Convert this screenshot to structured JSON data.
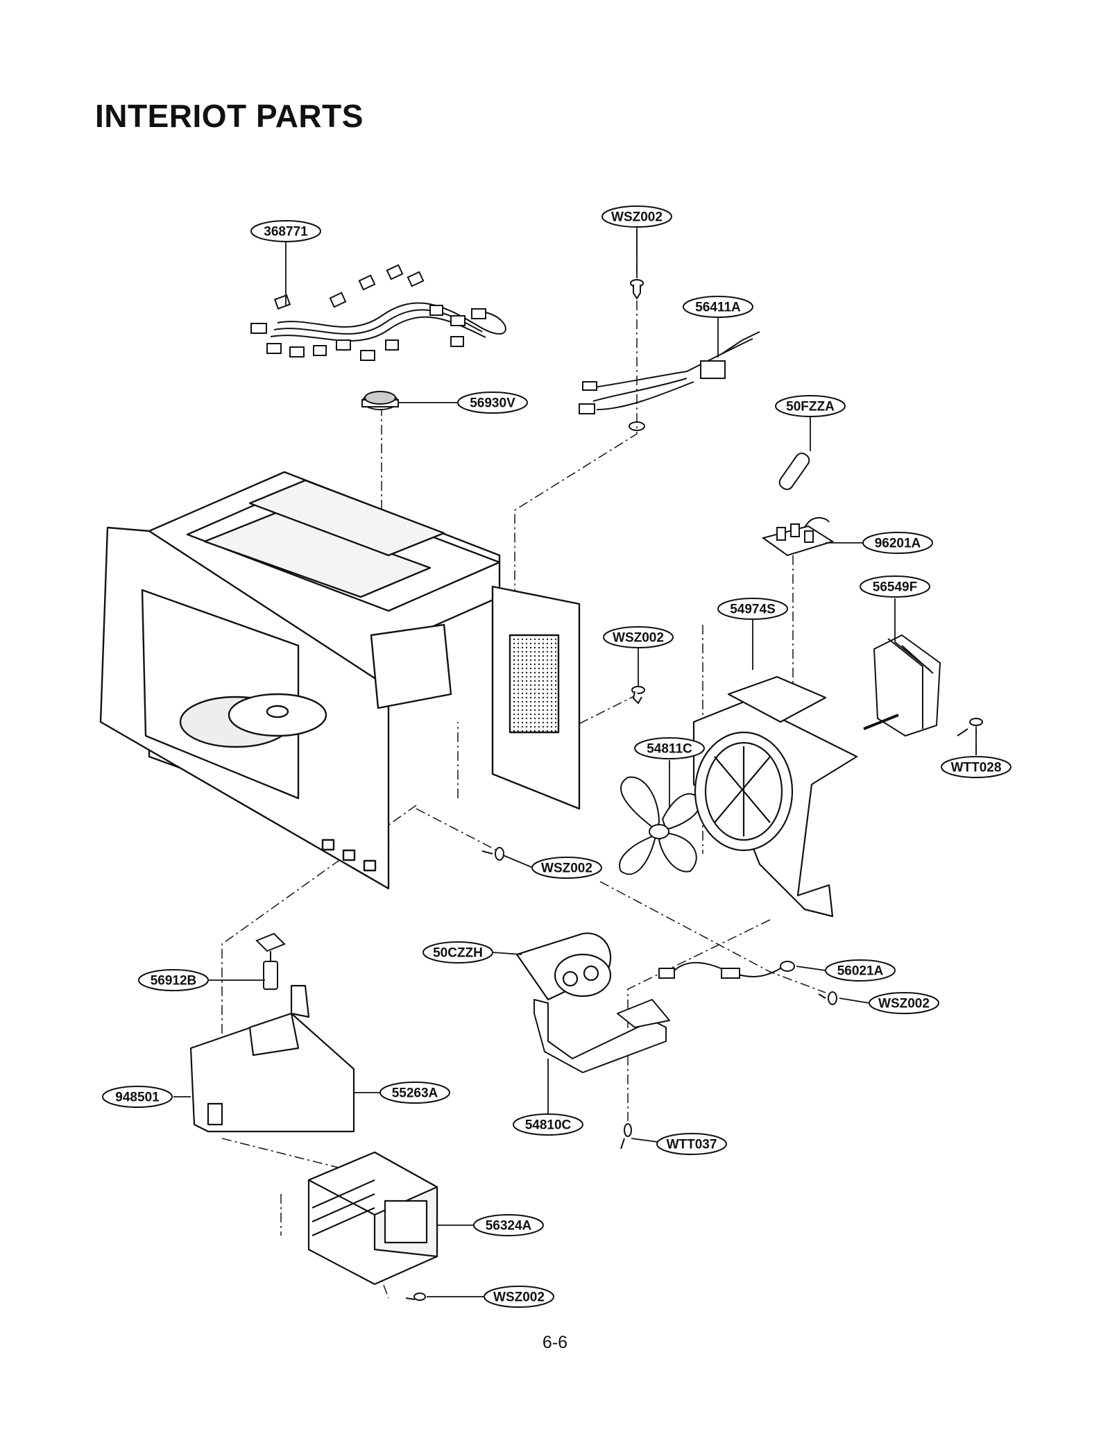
{
  "page": {
    "title": "INTERIOT PARTS",
    "page_number": "6-6"
  },
  "parts": [
    {
      "code": "368771"
    },
    {
      "code": "WSZ002"
    },
    {
      "code": "56411A"
    },
    {
      "code": "56930V"
    },
    {
      "code": "50FZZA"
    },
    {
      "code": "96201A"
    },
    {
      "code": "56549F"
    },
    {
      "code": "54974S"
    },
    {
      "code": "WSZ002"
    },
    {
      "code": "54811C"
    },
    {
      "code": "WTT028"
    },
    {
      "code": "WSZ002"
    },
    {
      "code": "50CZZH"
    },
    {
      "code": "56021A"
    },
    {
      "code": "56912B"
    },
    {
      "code": "WSZ002"
    },
    {
      "code": "948501"
    },
    {
      "code": "55263A"
    },
    {
      "code": "54810C"
    },
    {
      "code": "WTT037"
    },
    {
      "code": "56324A"
    },
    {
      "code": "WSZ002"
    }
  ]
}
